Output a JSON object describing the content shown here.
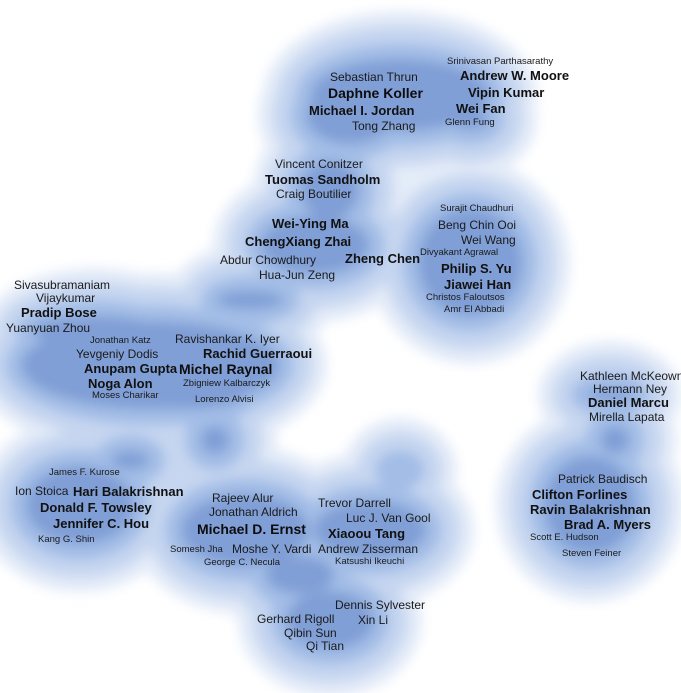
{
  "colors": {
    "background": "#ffffff",
    "level1": "#e3ebf8",
    "level2": "#c6d6f0",
    "level3": "#a3bde6",
    "level4": "#809fd6",
    "text": "#1a1a1a"
  },
  "authors": [
    {
      "name": "Sebastian Thrun"
    },
    {
      "name": "Daphne Koller"
    },
    {
      "name": "Michael I. Jordan"
    },
    {
      "name": "Tong Zhang"
    },
    {
      "name": "Srinivasan Parthasarathy"
    },
    {
      "name": "Andrew W. Moore"
    },
    {
      "name": "Vipin Kumar"
    },
    {
      "name": "Wei Fan"
    },
    {
      "name": "Glenn Fung"
    },
    {
      "name": "Vincent Conitzer"
    },
    {
      "name": "Tuomas Sandholm"
    },
    {
      "name": "Craig Boutilier"
    },
    {
      "name": "Wei-Ying Ma"
    },
    {
      "name": "ChengXiang Zhai"
    },
    {
      "name": "Abdur Chowdhury"
    },
    {
      "name": "Zheng Chen"
    },
    {
      "name": "Hua-Jun Zeng"
    },
    {
      "name": "Surajit Chaudhuri"
    },
    {
      "name": "Beng Chin Ooi"
    },
    {
      "name": "Wei Wang"
    },
    {
      "name": "Divyakant Agrawal"
    },
    {
      "name": "Philip S. Yu"
    },
    {
      "name": "Jiawei Han"
    },
    {
      "name": "Christos Faloutsos"
    },
    {
      "name": "Amr El Abbadi"
    },
    {
      "name": "Sivasubramaniam"
    },
    {
      "name": "Vijaykumar"
    },
    {
      "name": "Pradip Bose"
    },
    {
      "name": "Yuanyuan Zhou"
    },
    {
      "name": "Jonathan Katz"
    },
    {
      "name": "Yevgeniy Dodis"
    },
    {
      "name": "Anupam Gupta"
    },
    {
      "name": "Noga Alon"
    },
    {
      "name": "Moses Charikar"
    },
    {
      "name": "Ravishankar K. Iyer"
    },
    {
      "name": "Rachid Guerraoui"
    },
    {
      "name": "Michel Raynal"
    },
    {
      "name": "Zbigniew Kalbarczyk"
    },
    {
      "name": "Lorenzo Alvisi"
    },
    {
      "name": "Kathleen McKeown"
    },
    {
      "name": "Hermann Ney"
    },
    {
      "name": "Daniel Marcu"
    },
    {
      "name": "Mirella Lapata"
    },
    {
      "name": "Patrick Baudisch"
    },
    {
      "name": "Clifton Forlines"
    },
    {
      "name": "Ravin Balakrishnan"
    },
    {
      "name": "Brad A. Myers"
    },
    {
      "name": "Scott E. Hudson"
    },
    {
      "name": "Steven Feiner"
    },
    {
      "name": "James F. Kurose"
    },
    {
      "name": "Ion Stoica"
    },
    {
      "name": "Hari Balakrishnan"
    },
    {
      "name": "Donald F. Towsley"
    },
    {
      "name": "Jennifer C. Hou"
    },
    {
      "name": "Kang G. Shin"
    },
    {
      "name": "Rajeev Alur"
    },
    {
      "name": "Jonathan Aldrich"
    },
    {
      "name": "Michael D. Ernst"
    },
    {
      "name": "Somesh Jha"
    },
    {
      "name": "Moshe Y. Vardi"
    },
    {
      "name": "George C. Necula"
    },
    {
      "name": "Trevor Darrell"
    },
    {
      "name": "Luc J. Van Gool"
    },
    {
      "name": "Xiaoou Tang"
    },
    {
      "name": "Andrew Zisserman"
    },
    {
      "name": "Katsushi Ikeuchi"
    },
    {
      "name": "Dennis Sylvester"
    },
    {
      "name": "Gerhard Rigoll"
    },
    {
      "name": "Xin Li"
    },
    {
      "name": "Qibin Sun"
    },
    {
      "name": "Qi Tian"
    }
  ]
}
